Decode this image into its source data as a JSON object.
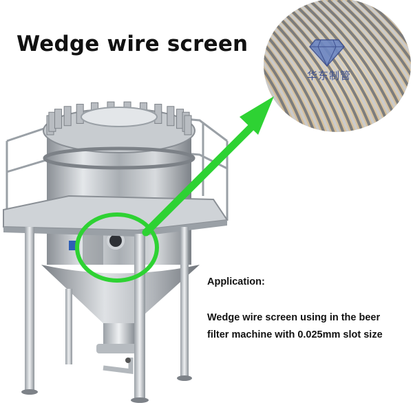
{
  "title": "Wedge wire screen",
  "application_label": "Application:",
  "description_line1": "Wedge wire screen using in the beer",
  "description_line2": "filter machine with 0.025mm slot size",
  "brand_text": "华东制管",
  "icons": [
    "diamond-logo-icon",
    "arrow-icon"
  ],
  "colors": {
    "highlight_green": "#2ed233",
    "steel": "#b8bcc1",
    "logo_blue": "#3d4f8f"
  }
}
